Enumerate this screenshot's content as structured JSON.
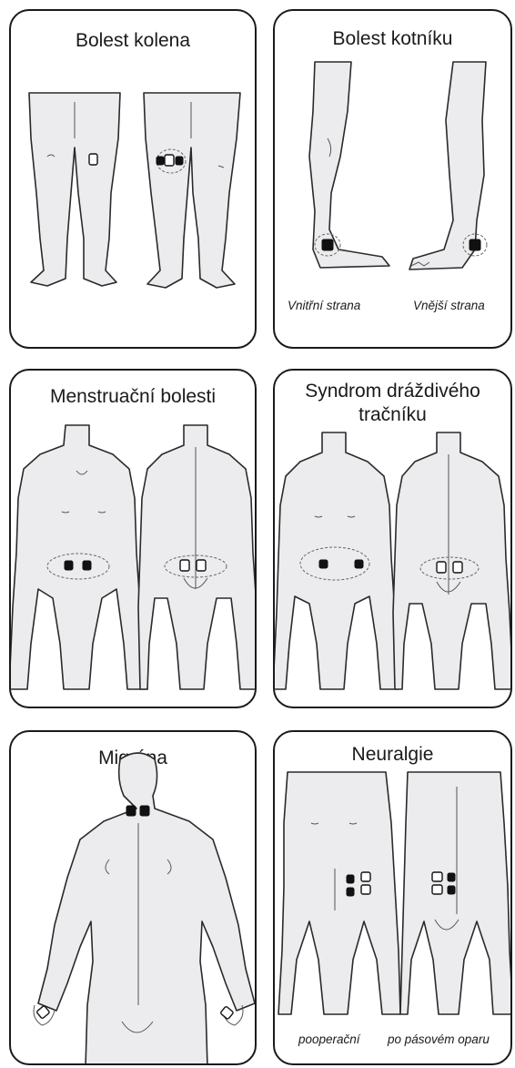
{
  "panels": {
    "knee": {
      "title": "Bolest kolena"
    },
    "ankle": {
      "title": "Bolest kotníku",
      "caption_inner": "Vnitřní strana",
      "caption_outer": "Vnější strana"
    },
    "menstrual": {
      "title": "Menstruační bolesti"
    },
    "ibs": {
      "title_line1": "Syndrom dráždivého",
      "title_line2": "tračníku"
    },
    "migraine": {
      "title": "Migréna"
    },
    "neuralgia": {
      "title": "Neuralgie",
      "caption_left": "pooperační",
      "caption_right": "po pásovém oparu"
    }
  },
  "colors": {
    "pad_black": "#111111",
    "pad_white": "#ffffff",
    "body": "#ececef",
    "outline": "#1a1a1a"
  }
}
